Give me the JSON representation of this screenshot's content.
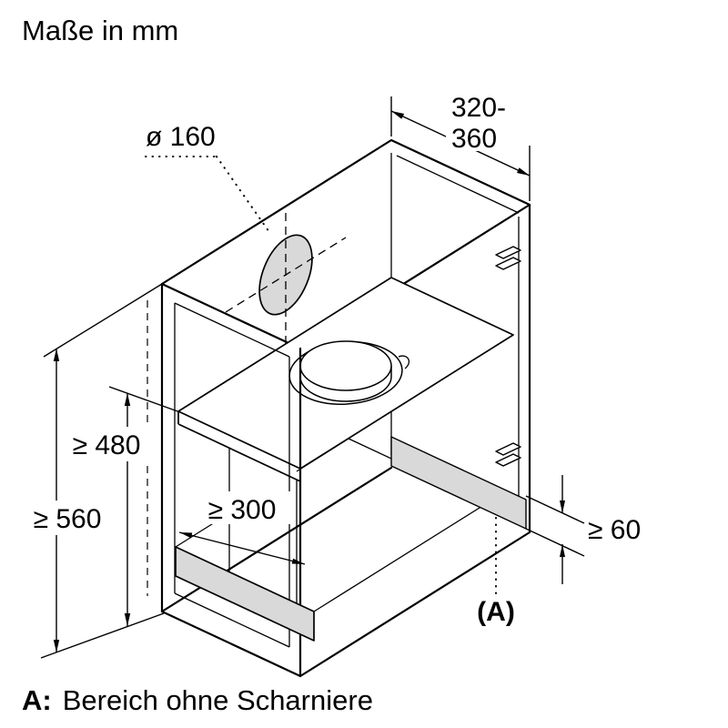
{
  "title": "Maße in mm",
  "caption": {
    "key": "A:",
    "text": "Bereich ohne Scharniere"
  },
  "labels": {
    "hole_diameter": "ø 160",
    "cabinet_depth_line1": "320-",
    "cabinet_depth_line2": "360",
    "min_height": "≥ 560",
    "min_inner_height": "≥ 480",
    "min_inner_width": "≥ 300",
    "min_hinge_free_height": "≥ 60",
    "hinge_free_area": "(A)"
  },
  "colors": {
    "line": "#000000",
    "background": "#ffffff",
    "highlight": "#d9d9d9"
  }
}
